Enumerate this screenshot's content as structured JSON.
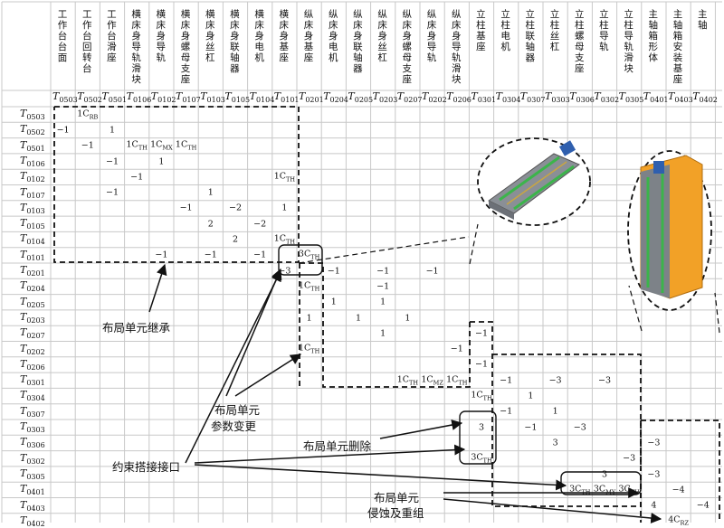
{
  "columns": [
    {
      "name": "工作台台面",
      "id": "0503"
    },
    {
      "name": "工作台回转台",
      "id": "0502"
    },
    {
      "name": "工作台滑座",
      "id": "0501"
    },
    {
      "name": "横床身导轨滑块",
      "id": "0106"
    },
    {
      "name": "横床身导轨",
      "id": "0102"
    },
    {
      "name": "横床身螺母支座",
      "id": "0107"
    },
    {
      "name": "横床身丝杠",
      "id": "0103"
    },
    {
      "name": "横床身联轴器",
      "id": "0105"
    },
    {
      "name": "横床身电机",
      "id": "0104"
    },
    {
      "name": "横床身基座",
      "id": "0101"
    },
    {
      "name": "纵床身基座",
      "id": "0201"
    },
    {
      "name": "纵床身电机",
      "id": "0204"
    },
    {
      "name": "纵床身联轴器",
      "id": "0205"
    },
    {
      "name": "纵床身丝杠",
      "id": "0203"
    },
    {
      "name": "纵床身螺母支座",
      "id": "0207"
    },
    {
      "name": "纵床身导轨",
      "id": "0202"
    },
    {
      "name": "纵床身导轨滑块",
      "id": "0206"
    },
    {
      "name": "立柱基座",
      "id": "0301"
    },
    {
      "name": "立柱电机",
      "id": "0304"
    },
    {
      "name": "立柱联轴器",
      "id": "0307"
    },
    {
      "name": "立柱丝杠",
      "id": "0303"
    },
    {
      "name": "立柱螺母支座",
      "id": "0306"
    },
    {
      "name": "立柱导轨",
      "id": "0302"
    },
    {
      "name": "立柱导轨滑块",
      "id": "0305"
    },
    {
      "name": "主轴箱形体",
      "id": "0401"
    },
    {
      "name": "主轴箱安装基座",
      "id": "0403"
    },
    {
      "name": "主轴",
      "id": "0402"
    }
  ],
  "rows": [
    "0503",
    "0502",
    "0501",
    "0106",
    "0102",
    "0107",
    "0103",
    "0105",
    "0104",
    "0101",
    "0201",
    "0204",
    "0205",
    "0203",
    "0207",
    "0202",
    "0206",
    "0301",
    "0304",
    "0307",
    "0303",
    "0306",
    "0302",
    "0305",
    "0401",
    "0403",
    "0402"
  ],
  "symbol": "T",
  "cells": [
    {
      "r": 0,
      "c": 1,
      "v": "1C",
      "s": "RB"
    },
    {
      "r": 1,
      "c": 0,
      "v": "−1"
    },
    {
      "r": 1,
      "c": 2,
      "v": "1"
    },
    {
      "r": 2,
      "c": 1,
      "v": "−1"
    },
    {
      "r": 2,
      "c": 3,
      "v": "1C",
      "s": "TH"
    },
    {
      "r": 2,
      "c": 4,
      "v": "1C",
      "s": "MX"
    },
    {
      "r": 2,
      "c": 5,
      "v": "1C",
      "s": "TH"
    },
    {
      "r": 3,
      "c": 2,
      "v": "−1"
    },
    {
      "r": 3,
      "c": 4,
      "v": "1"
    },
    {
      "r": 4,
      "c": 3,
      "v": "−1"
    },
    {
      "r": 4,
      "c": 9,
      "v": "1C",
      "s": "TH"
    },
    {
      "r": 5,
      "c": 2,
      "v": "−1"
    },
    {
      "r": 5,
      "c": 6,
      "v": "1"
    },
    {
      "r": 6,
      "c": 5,
      "v": "−1"
    },
    {
      "r": 6,
      "c": 7,
      "v": "−2"
    },
    {
      "r": 6,
      "c": 9,
      "v": "1"
    },
    {
      "r": 7,
      "c": 6,
      "v": "2"
    },
    {
      "r": 7,
      "c": 8,
      "v": "−2"
    },
    {
      "r": 8,
      "c": 7,
      "v": "2"
    },
    {
      "r": 8,
      "c": 9,
      "v": "1C",
      "s": "TH"
    },
    {
      "r": 9,
      "c": 4,
      "v": "−1"
    },
    {
      "r": 9,
      "c": 6,
      "v": "−1"
    },
    {
      "r": 9,
      "c": 8,
      "v": "−1"
    },
    {
      "r": 9,
      "c": 10,
      "v": "3C",
      "s": "TH"
    },
    {
      "r": 10,
      "c": 9,
      "v": "−3"
    },
    {
      "r": 10,
      "c": 11,
      "v": "−1"
    },
    {
      "r": 10,
      "c": 13,
      "v": "−1"
    },
    {
      "r": 10,
      "c": 15,
      "v": "−1"
    },
    {
      "r": 11,
      "c": 10,
      "v": "1C",
      "s": "TH"
    },
    {
      "r": 11,
      "c": 13,
      "v": "−1"
    },
    {
      "r": 12,
      "c": 11,
      "v": "1"
    },
    {
      "r": 12,
      "c": 13,
      "v": "1"
    },
    {
      "r": 13,
      "c": 10,
      "v": "1"
    },
    {
      "r": 13,
      "c": 12,
      "v": "1"
    },
    {
      "r": 13,
      "c": 14,
      "v": "1"
    },
    {
      "r": 14,
      "c": 13,
      "v": "1"
    },
    {
      "r": 14,
      "c": 17,
      "v": "−1"
    },
    {
      "r": 15,
      "c": 10,
      "v": "1C",
      "s": "TH"
    },
    {
      "r": 15,
      "c": 16,
      "v": "−1"
    },
    {
      "r": 16,
      "c": 17,
      "v": "−1"
    },
    {
      "r": 17,
      "c": 14,
      "v": "1C",
      "s": "TH"
    },
    {
      "r": 17,
      "c": 15,
      "v": "1C",
      "s": "MZ"
    },
    {
      "r": 17,
      "c": 16,
      "v": "1C",
      "s": "TH"
    },
    {
      "r": 17,
      "c": 18,
      "v": "−1"
    },
    {
      "r": 17,
      "c": 20,
      "v": "−3"
    },
    {
      "r": 17,
      "c": 22,
      "v": "−3"
    },
    {
      "r": 18,
      "c": 17,
      "v": "1C",
      "s": "TH"
    },
    {
      "r": 18,
      "c": 19,
      "v": "1"
    },
    {
      "r": 19,
      "c": 18,
      "v": "−1"
    },
    {
      "r": 19,
      "c": 20,
      "v": "1"
    },
    {
      "r": 20,
      "c": 17,
      "v": "3"
    },
    {
      "r": 20,
      "c": 19,
      "v": "−1"
    },
    {
      "r": 20,
      "c": 21,
      "v": "−3"
    },
    {
      "r": 21,
      "c": 20,
      "v": "3"
    },
    {
      "r": 21,
      "c": 24,
      "v": "−3"
    },
    {
      "r": 22,
      "c": 17,
      "v": "3C",
      "s": "TH"
    },
    {
      "r": 22,
      "c": 23,
      "v": "−3"
    },
    {
      "r": 23,
      "c": 22,
      "v": "3"
    },
    {
      "r": 23,
      "c": 24,
      "v": "−3"
    },
    {
      "r": 24,
      "c": 21,
      "v": "3C",
      "s": "TH"
    },
    {
      "r": 24,
      "c": 22,
      "v": "3C",
      "s": "MY"
    },
    {
      "r": 24,
      "c": 23,
      "v": "3C",
      "s": "TH"
    },
    {
      "r": 24,
      "c": 25,
      "v": "−4"
    },
    {
      "r": 25,
      "c": 24,
      "v": "4"
    },
    {
      "r": 25,
      "c": 26,
      "v": "−4"
    },
    {
      "r": 26,
      "c": 25,
      "v": "4C",
      "s": "RZ"
    }
  ],
  "annotations": {
    "inherit": "布局单元继承",
    "param_line1": "布局单元",
    "param_line2": "参数变更",
    "delete": "布局单元删除",
    "interface": "约束搭接接口",
    "erode_line1": "布局单元",
    "erode_line2": "侵蚀及重组"
  },
  "colors": {
    "grid": "#c8c8c8",
    "dash": "#111111",
    "rail_green": "#3cb44b",
    "base_grey": "#8a8f96",
    "column_orange": "#f2a127",
    "motor_blue": "#2f5fae"
  }
}
